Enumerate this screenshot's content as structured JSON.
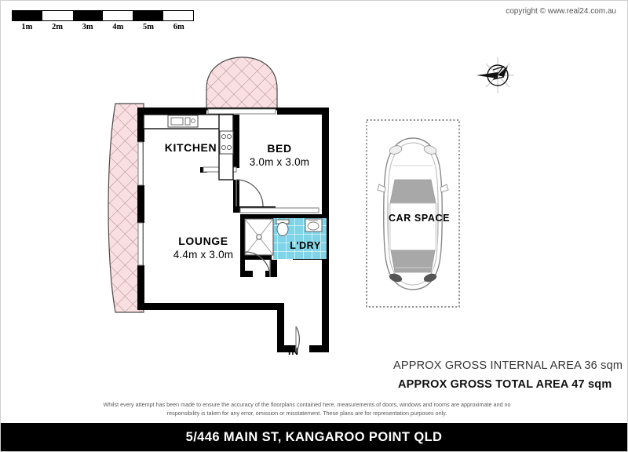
{
  "document": {
    "type": "floor-plan",
    "title": "5/446 MAIN ST, KANGAROO POINT  QLD",
    "copyright": "copyright © www.real24.com.au"
  },
  "scale": {
    "labels": [
      "1m",
      "2m",
      "3m",
      "4m",
      "5m",
      "6m"
    ],
    "segments": [
      "on",
      "off",
      "on",
      "off",
      "on",
      "off"
    ]
  },
  "compass": {
    "icon": "compass-rose-icon"
  },
  "rooms": [
    {
      "id": "kitchen",
      "name": "KITCHEN",
      "dimensions": ""
    },
    {
      "id": "bed",
      "name": "BED",
      "dimensions": "3.0m x 3.0m"
    },
    {
      "id": "lounge",
      "name": "LOUNGE",
      "dimensions": "4.4m x 3.0m"
    },
    {
      "id": "ldry",
      "name": "L'DRY",
      "dimensions": ""
    },
    {
      "id": "car_space",
      "name": "CAR SPACE",
      "dimensions": ""
    },
    {
      "id": "entry",
      "name": "IN",
      "dimensions": ""
    }
  ],
  "areas": {
    "internal": "APPROX GROSS INTERNAL AREA 36 sqm",
    "total": "APPROX GROSS TOTAL AREA 47 sqm"
  },
  "disclaimer": "Whilst every attempt has been made to ensure the accuracy of the floorplans contained here, measurements of doors, windows and rooms are approximate and no responsibility is taken for any error, omission or misstatement. These plans are for representation purposes only.",
  "colors": {
    "wall": "#000000",
    "balcony_hatch_fill": "#f9dfe1",
    "balcony_hatch_line": "#b08a8d",
    "tile_fill": "#7fd4e8",
    "tile_line": "#ffffff",
    "car_outline": "#8a8a8a",
    "car_glass": "#a8a8a8",
    "dotted_border": "#444444",
    "title_bg": "#000000",
    "title_fg": "#ffffff"
  },
  "fixtures": [
    {
      "name": "kitchen-sink",
      "room": "kitchen"
    },
    {
      "name": "kitchen-stove",
      "room": "kitchen"
    },
    {
      "name": "shower",
      "room": "ldry"
    },
    {
      "name": "toilet",
      "room": "ldry"
    },
    {
      "name": "basin",
      "room": "ldry"
    },
    {
      "name": "car",
      "room": "car_space"
    }
  ]
}
